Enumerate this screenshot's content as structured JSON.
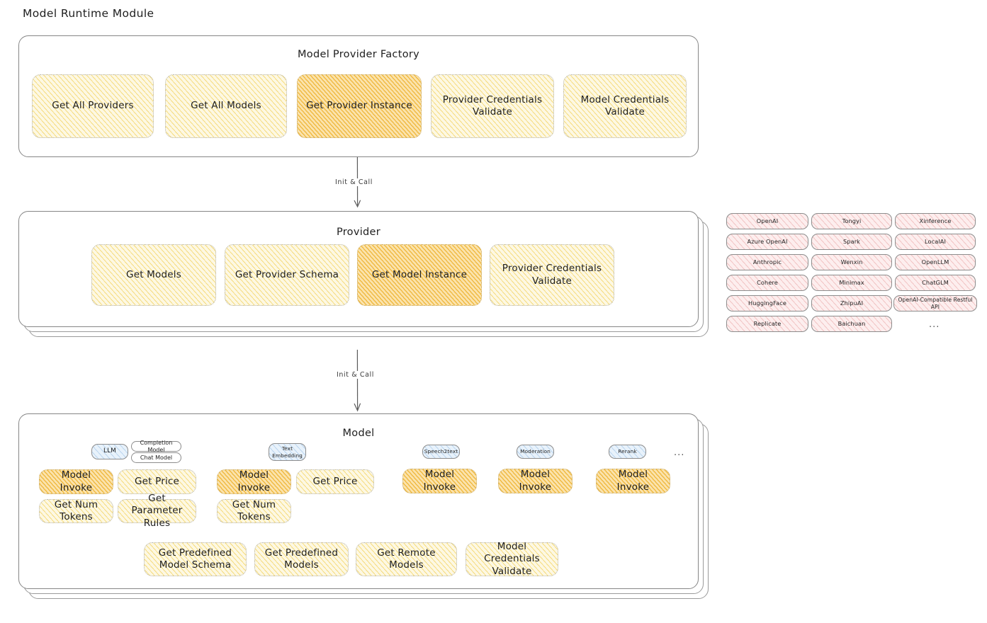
{
  "page": {
    "title": "Model Runtime Module"
  },
  "colors": {
    "highlight_fill": "#fbe3ad",
    "normal_fill": "#fdf8e3",
    "provider_chip_fill": "#fdeeee",
    "badge_fill": "#e8f2fb",
    "stroke": "#868686"
  },
  "factory": {
    "title": "Model Provider Factory",
    "cards": [
      {
        "label": "Get All Providers",
        "highlighted": false
      },
      {
        "label": "Get All Models",
        "highlighted": false
      },
      {
        "label": "Get Provider Instance",
        "highlighted": true
      },
      {
        "label": "Provider Credentials Validate",
        "highlighted": false
      },
      {
        "label": "Model Credentials Validate",
        "highlighted": false
      }
    ]
  },
  "arrows": [
    {
      "label": "Init & Call"
    },
    {
      "label": "Init & Call"
    }
  ],
  "provider": {
    "title": "Provider",
    "cards": [
      {
        "label": "Get Models",
        "highlighted": false
      },
      {
        "label": "Get Provider Schema",
        "highlighted": false
      },
      {
        "label": "Get Model Instance",
        "highlighted": true
      },
      {
        "label": "Provider Credentials Validate",
        "highlighted": false
      }
    ]
  },
  "provider_list": {
    "columns": [
      [
        "OpenAI",
        "Azure OpenAI",
        "Anthropic",
        "Cohere",
        "HuggingFace",
        "Replicate"
      ],
      [
        "Tongyi",
        "Spark",
        "Wenxin",
        "Minimax",
        "ZhipuAI",
        "Baichuan"
      ],
      [
        "Xinference",
        "LocalAI",
        "OpenLLM",
        "ChatGLM",
        "OpenAI-Compatible Restful API"
      ]
    ],
    "more": "..."
  },
  "model": {
    "title": "Model",
    "more": "...",
    "types": [
      {
        "badge": "LLM",
        "tags": [
          "Completion Model",
          "Chat Model"
        ],
        "cards": [
          {
            "label": "Model Invoke",
            "highlighted": true
          },
          {
            "label": "Get Price",
            "highlighted": false
          },
          {
            "label": "Get Num Tokens",
            "highlighted": false
          },
          {
            "label": "Get Parameter Rules",
            "highlighted": false
          }
        ]
      },
      {
        "badge": "Text Embedding",
        "tags": [],
        "cards": [
          {
            "label": "Model Invoke",
            "highlighted": true
          },
          {
            "label": "Get Price",
            "highlighted": false
          },
          {
            "label": "Get Num Tokens",
            "highlighted": false
          }
        ]
      },
      {
        "badge": "Speech2text",
        "tags": [],
        "cards": [
          {
            "label": "Model Invoke",
            "highlighted": true
          }
        ]
      },
      {
        "badge": "Moderation",
        "tags": [],
        "cards": [
          {
            "label": "Model Invoke",
            "highlighted": true
          }
        ]
      },
      {
        "badge": "Rerank",
        "tags": [],
        "cards": [
          {
            "label": "Model Invoke",
            "highlighted": true
          }
        ]
      }
    ],
    "shared_cards": [
      {
        "label": "Get Predefined Model Schema"
      },
      {
        "label": "Get Predefined Models"
      },
      {
        "label": "Get Remote Models"
      },
      {
        "label": "Model Credentials Validate"
      }
    ]
  }
}
